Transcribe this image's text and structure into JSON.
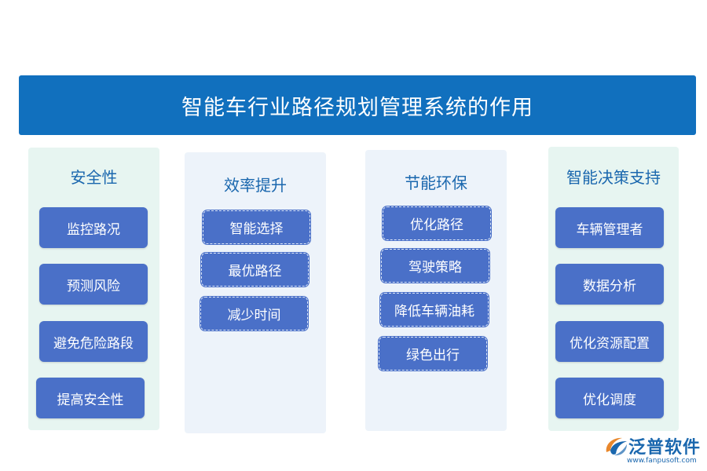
{
  "title": "智能车行业路径规划管理系统的作用",
  "columns": [
    {
      "title": "安全性",
      "items": [
        "监控路况",
        "预测风险",
        "避免危险路段",
        "提高安全性"
      ]
    },
    {
      "title": "效率提升",
      "items": [
        "智能选择",
        "最优路径",
        "减少时间"
      ]
    },
    {
      "title": "节能环保",
      "items": [
        "优化路径",
        "驾驶策略",
        "降低车辆油耗",
        "绿色出行"
      ]
    },
    {
      "title": "智能决策支持",
      "items": [
        "车辆管理者",
        "数据分析",
        "优化资源配置",
        "优化调度"
      ]
    }
  ],
  "logo": {
    "name": "泛普软件",
    "url": "www.fanpusoft.com"
  },
  "colors": {
    "banner": "#1170be",
    "box": "#4a70c8",
    "title_text": "#1a67ae",
    "green_panel": "#e7f5f1",
    "blue_panel": "#edf3fa"
  }
}
